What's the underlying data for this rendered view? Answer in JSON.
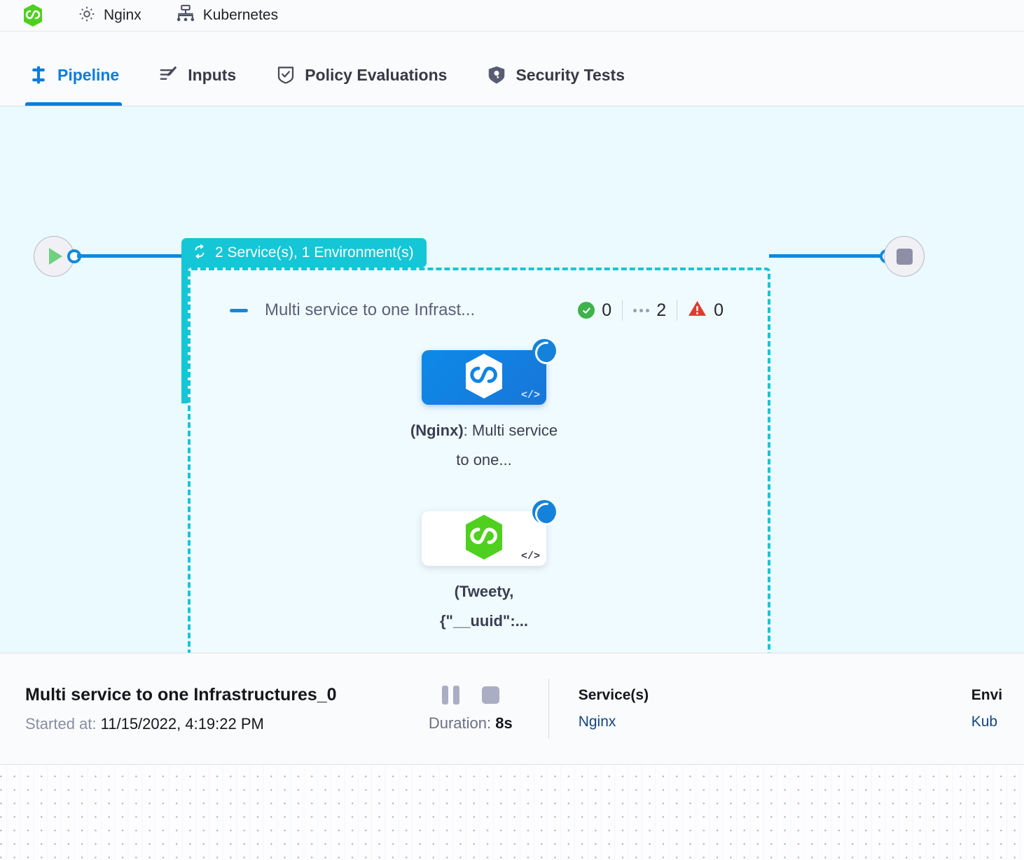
{
  "context_row": {
    "items": [
      {
        "icon": "harness-hex-icon",
        "label": ""
      },
      {
        "icon": "gear-icon",
        "label": "Nginx"
      },
      {
        "icon": "kubernetes-icon",
        "label": "Kubernetes"
      }
    ]
  },
  "tabs": [
    {
      "id": "pipeline",
      "label": "Pipeline",
      "icon": "pipeline-icon",
      "active": true
    },
    {
      "id": "inputs",
      "label": "Inputs",
      "icon": "inputs-icon",
      "active": false
    },
    {
      "id": "policy-evaluations",
      "label": "Policy Evaluations",
      "icon": "policy-icon",
      "active": false
    },
    {
      "id": "security-tests",
      "label": "Security Tests",
      "icon": "security-icon",
      "active": false
    }
  ],
  "pipeline": {
    "start_node": {
      "icon": "play-icon"
    },
    "end_node": {
      "icon": "stop-icon"
    },
    "group_badge": {
      "icon": "loop-repeat-icon",
      "label": "2 Service(s), 1 Environment(s)"
    },
    "stage": {
      "collapse_icon": "minus-icon",
      "title": "Multi service to one Infrast...",
      "status": {
        "success_icon": "check-circle-icon",
        "success_count": "0",
        "pending_icon": "dots-icon",
        "pending_count": "2",
        "error_icon": "warning-triangle-icon",
        "error_count": "0"
      },
      "nodes": [
        {
          "id": "nginx-node",
          "icon": "harness-hex-blue-icon",
          "code_mark": "</>",
          "status_icon": "running-spinner-icon",
          "label_bold": "(Nginx)",
          "label_rest": ": Multi service to one..."
        },
        {
          "id": "tweety-node",
          "icon": "harness-hex-green-icon",
          "code_mark": "</>",
          "status_icon": "running-spinner-icon",
          "label_bold": "(Tweety, {\"__uuid\":...",
          "label_rest": ""
        }
      ]
    }
  },
  "info_bar": {
    "title": "Multi service to one Infrastructures_0",
    "started_label": "Started at:",
    "started_value": "11/15/2022, 4:19:22 PM",
    "pause_icon": "pause-icon",
    "stop_icon": "stop-square-icon",
    "duration_label": "Duration:",
    "duration_value": "8s",
    "services_head": "Service(s)",
    "services_value": "Nginx",
    "environments_head": "Envi",
    "environments_value": "Kub"
  },
  "colors": {
    "accent_blue": "#0a7ce1",
    "teal": "#15c6d6",
    "canvas_bg": "#eafaff",
    "success_green": "#3eb24b",
    "error_red": "#e03a2f",
    "link_navy": "#14457e"
  }
}
